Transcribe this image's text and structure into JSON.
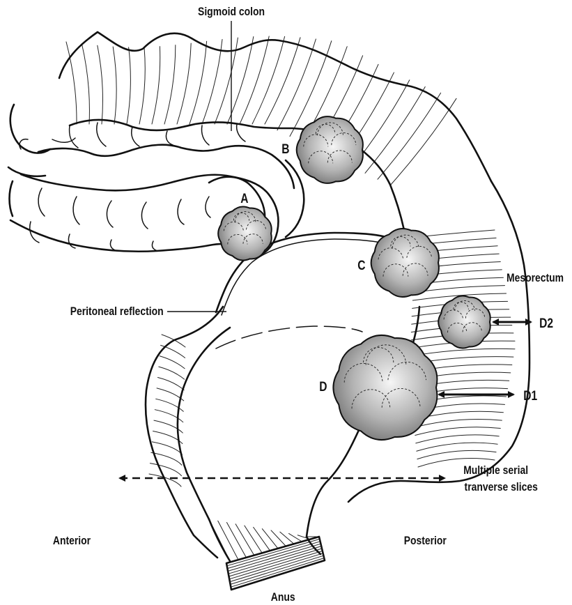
{
  "title": "Sigmoid colon",
  "labels": {
    "node_a": "A",
    "node_b": "B",
    "node_c": "C",
    "node_d": "D",
    "d1": "D1",
    "d2": "D2",
    "mesorectum": "Mesorectum",
    "peritoneal_reflection": "Peritoneal reflection",
    "serial_slices_line1": "Multiple serial",
    "serial_slices_line2": "tranverse slices",
    "anterior": "Anterior",
    "posterior": "Posterior",
    "anus": "Anus"
  },
  "colors": {
    "ink": "#111111",
    "node_light": "#f4f4f4",
    "node_dark": "#6e6e6e"
  }
}
